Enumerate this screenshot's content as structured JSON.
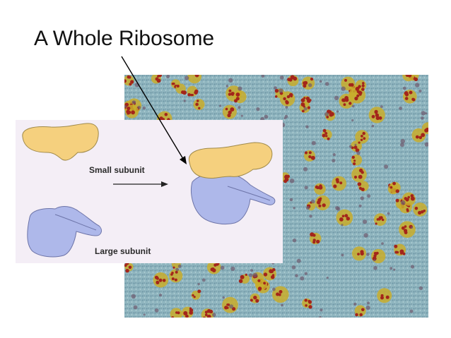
{
  "title": "A Whole Ribosome",
  "diagram": {
    "small_subunit_label": "Small subunit",
    "large_subunit_label": "Large subunit"
  },
  "colors": {
    "small_subunit": "#f5d07e",
    "large_subunit": "#aeb8ea",
    "panel_background": "#f4eef6",
    "micrograph_background": "#8fb5bf",
    "particle_yellow": "#c9ad2a",
    "particle_red": "#a3251b"
  }
}
